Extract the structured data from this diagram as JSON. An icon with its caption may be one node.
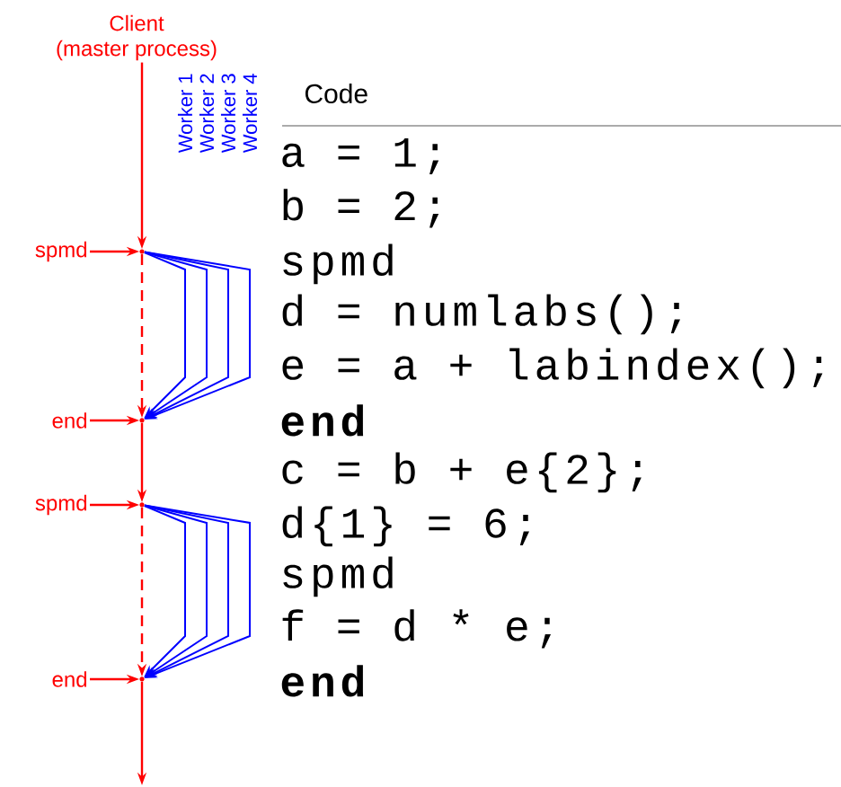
{
  "diagram": {
    "nodes": [
      {
        "text": [
          "Client",
          "(master process)"
        ]
      },
      {
        "text": [
          "spmd"
        ]
      },
      {
        "text": [
          "end"
        ]
      },
      {
        "text": [
          "spmd"
        ]
      },
      {
        "text": [
          "end"
        ]
      },
      {
        "text": [],
        "shape": "dot"
      },
      {
        "text": [],
        "shape": "dot"
      },
      {
        "text": [],
        "shape": "dot"
      },
      {
        "text": [],
        "shape": "dot"
      }
    ],
    "edges": [
      {
        "from": 0,
        "to": 5,
        "arrow": "to"
      },
      {
        "from": 1,
        "to": 5,
        "arrow": "to"
      },
      {
        "from": 5,
        "to": 6,
        "arrow": "to",
        "style": "dashed"
      },
      {
        "from": 2,
        "to": 6,
        "arrow": "to"
      },
      {
        "from": 6,
        "to": 7,
        "arrow": "to"
      },
      {
        "from": 3,
        "to": 7,
        "arrow": "to"
      },
      {
        "from": 7,
        "to": 8,
        "arrow": "to",
        "style": "dashed"
      },
      {
        "from": 4,
        "to": 8,
        "arrow": "to"
      },
      {
        "from": 8,
        "to": null,
        "arrow": "to"
      },
      {
        "from": 5,
        "to": 6,
        "arrow": "to",
        "color": "#0000ff"
      },
      {
        "from": 5,
        "to": 6,
        "arrow": "to",
        "color": "#0000ff"
      },
      {
        "from": 5,
        "to": 6,
        "arrow": "to",
        "color": "#0000ff"
      },
      {
        "from": 5,
        "to": 6,
        "arrow": "to",
        "color": "#0000ff"
      },
      {
        "from": 7,
        "to": 8,
        "arrow": "to",
        "color": "#0000ff"
      },
      {
        "from": 7,
        "to": 8,
        "arrow": "to",
        "color": "#0000ff"
      },
      {
        "from": 7,
        "to": 8,
        "arrow": "to",
        "color": "#0000ff"
      },
      {
        "from": 7,
        "to": 8,
        "arrow": "to",
        "color": "#0000ff"
      }
    ],
    "labels": [
      "Worker 1",
      "Worker 2",
      "Worker 3",
      "Worker 4",
      "Code",
      "a = 1;",
      "b = 2;",
      "spmd",
      "d = numlabs();",
      "e = a + labindex();",
      "end",
      "c = b + e{2};",
      "d{1} = 6;",
      "spmd",
      "f = d * e;",
      "end"
    ]
  }
}
